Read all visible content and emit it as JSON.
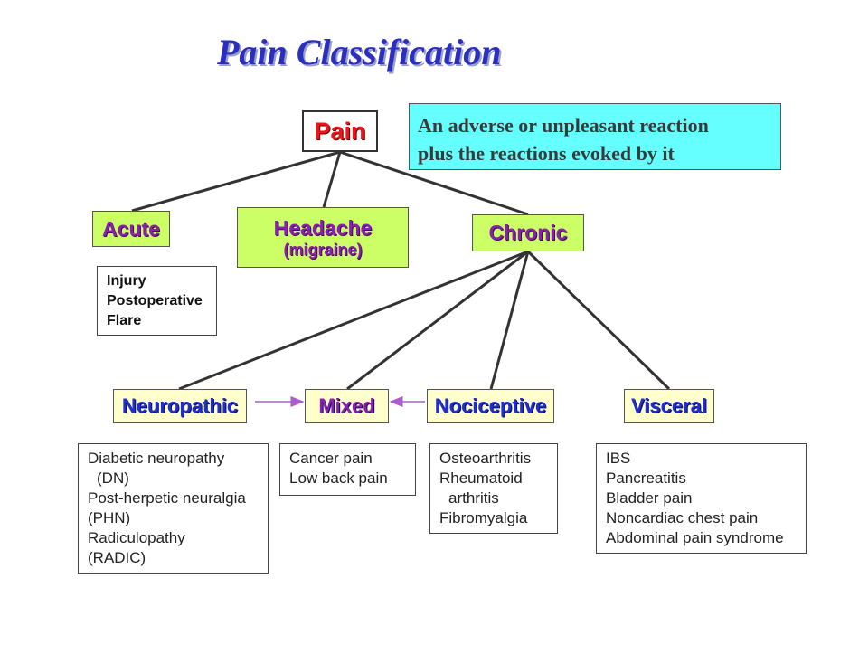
{
  "title": "Pain Classification",
  "root": {
    "label": "Pain"
  },
  "definition": {
    "text_line1": "An adverse or unpleasant reaction",
    "text_line2": "plus the reactions evoked by it"
  },
  "level1": {
    "acute": {
      "label": "Acute",
      "items": [
        "Injury",
        "Postoperative",
        "Flare"
      ]
    },
    "headache": {
      "label": "Headache",
      "sublabel": "(migraine)"
    },
    "chronic": {
      "label": "Chronic"
    }
  },
  "level2": {
    "neuropathic": {
      "label": "Neuropathic",
      "items": [
        "Diabetic neuropathy",
        "  (DN)",
        "Post-herpetic neuralgia",
        "(PHN)",
        "Radiculopathy",
        "(RADIC)"
      ]
    },
    "mixed": {
      "label": "Mixed",
      "items": [
        "Cancer pain",
        "Low back pain"
      ]
    },
    "nociceptive": {
      "label": "Nociceptive",
      "items": [
        "Osteoarthritis",
        "Rheumatoid",
        "  arthritis",
        "Fibromyalgia"
      ]
    },
    "visceral": {
      "label": "Visceral",
      "items": [
        "IBS",
        "Pancreatitis",
        "Bladder pain",
        "Noncardiac chest pain",
        "Abdominal pain syndrome"
      ]
    }
  },
  "colors": {
    "title": "#2b2fbf",
    "root": "#e8151b",
    "definition_bg": "#66ffff",
    "level1_bg": "#ccff66",
    "level2_bg": "#ffffcc",
    "arrow": "#b05ad0"
  }
}
